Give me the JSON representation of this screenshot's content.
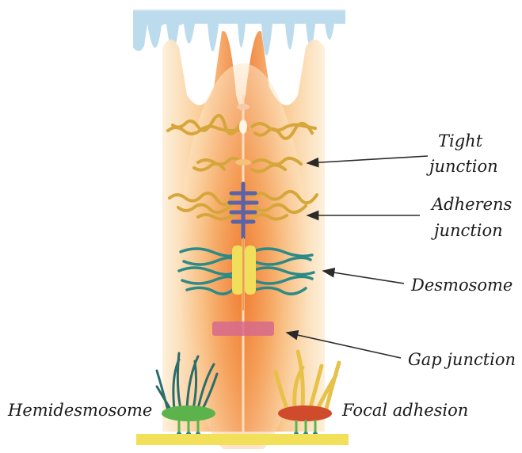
{
  "labels": {
    "tight_junction": [
      "Tight",
      "junction"
    ],
    "adherens_junction": [
      "Adherens",
      "junction"
    ],
    "desmosome": "Desmosome",
    "gap_junction": "Gap junction",
    "hemidesmosome": "Hemidesmosome",
    "focal_adhesion": "Focal adhesion"
  },
  "colors": {
    "microvilli": "#bcdcee",
    "cell_outer": "#fbe3bf",
    "cell_inner": "#f28b3c",
    "tight_junction_strands": "#d6a63a",
    "adherens_cadherin": "#5a63a8",
    "desmosome_plaque": "#f1de5a",
    "desmosome_filaments": "#2c8a86",
    "gap_junction": "#d66a8c",
    "hemidesmosome_plaque": "#5cb34b",
    "focal_adhesion_plaque": "#d04a2c",
    "focal_actin": "#e8c14a",
    "basement_membrane": "#f3e05a",
    "arrow": "#2a2a2a"
  }
}
